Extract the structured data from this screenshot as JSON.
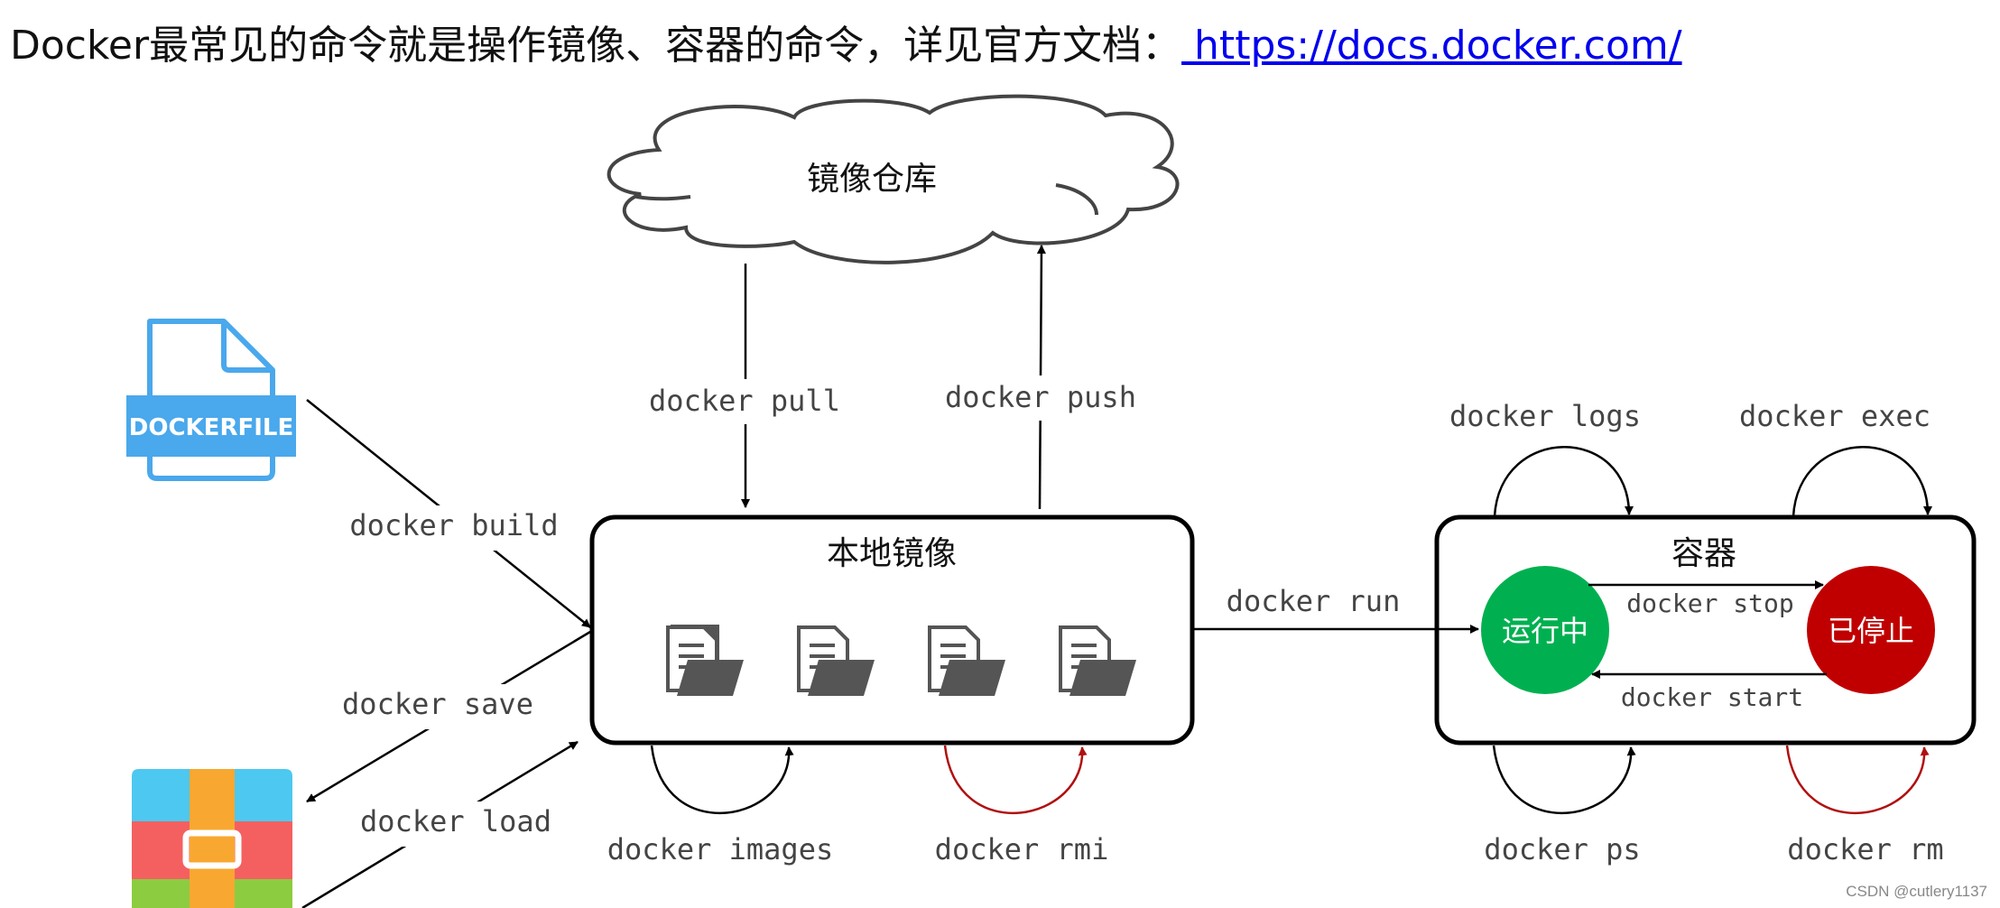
{
  "heading": {
    "text": "Docker最常见的命令就是操作镜像、容器的命令，详见官方文档：",
    "link_text": " https://docs.docker.com/"
  },
  "nodes": {
    "registry": "镜像仓库",
    "local_images": "本地镜像",
    "container": "容器",
    "running": "运行中",
    "stopped": "已停止",
    "dockerfile": "DOCKERFILE"
  },
  "commands": {
    "pull": "docker pull",
    "push": "docker push",
    "build": "docker build",
    "save": "docker save",
    "load": "docker load",
    "images": "docker images",
    "rmi": "docker rmi",
    "run": "docker run",
    "logs": "docker logs",
    "exec": "docker exec",
    "stop": "docker stop",
    "start": "docker start",
    "ps": "docker ps",
    "rm": "docker rm"
  },
  "watermark": "CSDN @cutlery1137",
  "colors": {
    "running": "#00b050",
    "stopped": "#c00000",
    "dockerfile": "#4aa8ec",
    "arrow_red": "#b01010",
    "archive_top": "#4dc8f0",
    "archive_mid": "#f46060",
    "archive_bottom": "#8ccc40",
    "archive_band": "#f8a830"
  },
  "icons": [
    "dockerfile-icon",
    "archive-icon",
    "document-folder-icon",
    "cloud-icon"
  ]
}
